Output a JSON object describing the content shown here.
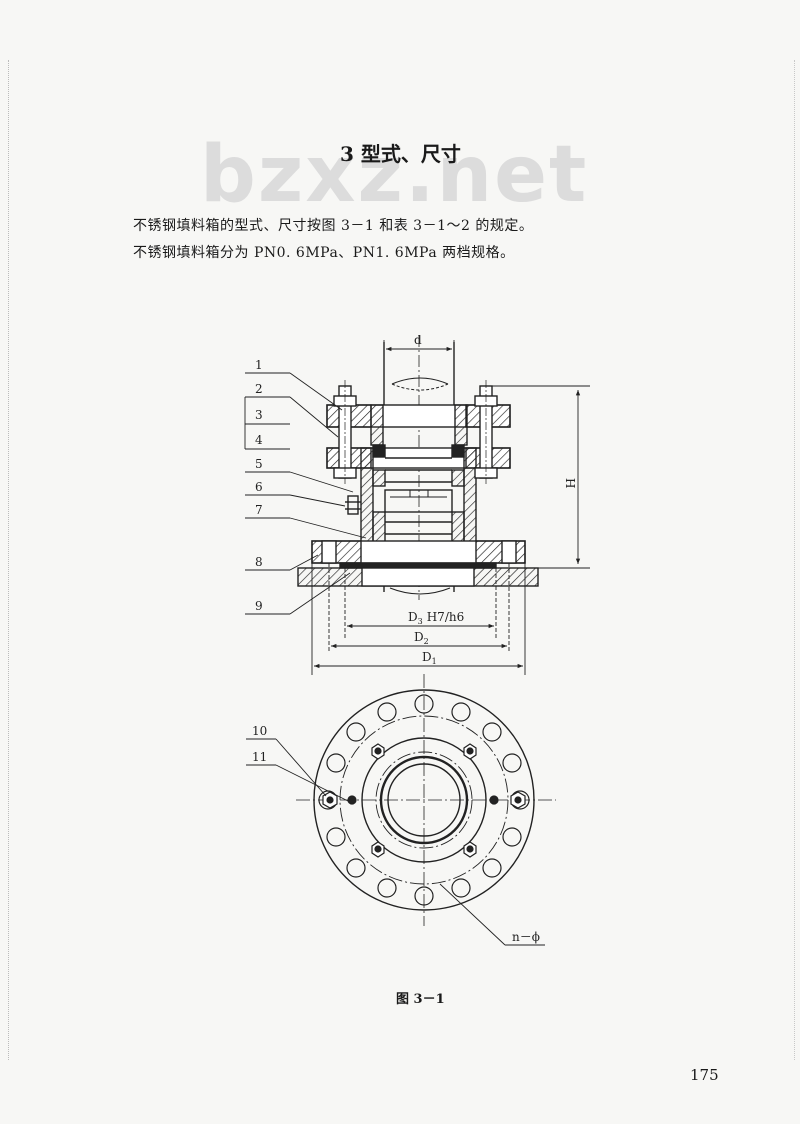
{
  "watermark": "bzxz.net",
  "section": {
    "title": "3  型式、尺寸"
  },
  "paragraphs": [
    "不锈钢填料箱的型式、尺寸按图 3－1 和表 3－1～2 的规定。",
    "不锈钢填料箱分为 PN0. 6MPa、PN1. 6MPa 两档规格。"
  ],
  "figure": {
    "part_labels": [
      "1",
      "2",
      "3",
      "4",
      "5",
      "6",
      "7",
      "8",
      "9",
      "10",
      "11"
    ],
    "dim_d": "d",
    "dim_H": "H",
    "dim_D3": "D",
    "dim_D3_sub": "3",
    "dim_D3_fit": "H7/h6",
    "dim_D2": "D",
    "dim_D2_sub": "2",
    "dim_D1": "D",
    "dim_D1_sub": "1",
    "dim_n_phi": "n－ϕ",
    "caption": "图 3－1"
  },
  "page_number": "175"
}
